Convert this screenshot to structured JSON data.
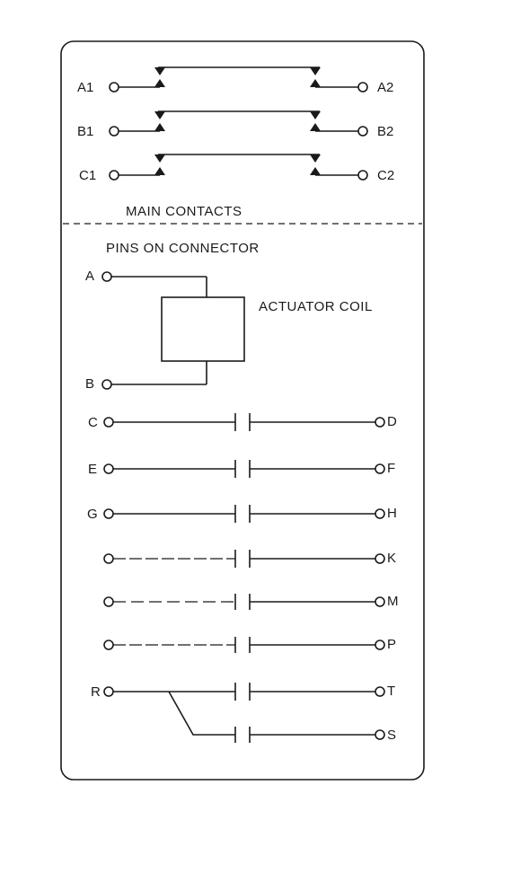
{
  "main_contacts": {
    "title": "MAIN CONTACTS",
    "left_labels": [
      "A1",
      "B1",
      "C1"
    ],
    "right_labels": [
      "A2",
      "B2",
      "C2"
    ]
  },
  "connector": {
    "title": "PINS ON CONNECTOR",
    "coil_label": "ACTUATOR COIL",
    "coil_pins": [
      "A",
      "B"
    ],
    "aux_left_labels": [
      "C",
      "E",
      "G",
      "",
      "",
      "",
      "R"
    ],
    "aux_right_labels": [
      "D",
      "F",
      "H",
      "K",
      "M",
      "P",
      "T",
      "S"
    ]
  }
}
